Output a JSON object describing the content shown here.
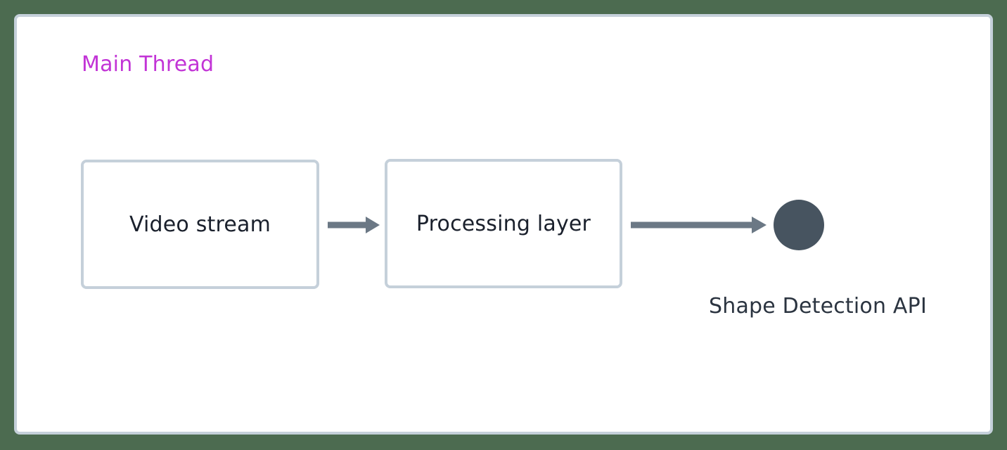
{
  "diagram": {
    "background_color": "#4c6b50",
    "container": {
      "label": "Main Thread",
      "label_color": "#c234d6",
      "border_color": "#c5d0da",
      "fill_color": "#ffffff"
    },
    "nodes": [
      {
        "id": "video-stream",
        "label": "Video stream",
        "shape": "rounded-rectangle",
        "border_color": "#c5d0da",
        "fill_color": "#ffffff",
        "text_color": "#1a202c"
      },
      {
        "id": "processing-layer",
        "label": "Processing layer",
        "shape": "rounded-rectangle",
        "border_color": "#c5d0da",
        "fill_color": "#ffffff",
        "text_color": "#1a202c"
      },
      {
        "id": "shape-detection-api",
        "label": "Shape Detection API",
        "shape": "circle",
        "fill_color": "#475460",
        "text_color": "#2b3440"
      }
    ],
    "edges": [
      {
        "id": "video-to-processing",
        "from": "video-stream",
        "to": "processing-layer",
        "style": "solid-arrow",
        "color": "#6b7885"
      },
      {
        "id": "processing-to-api",
        "from": "processing-layer",
        "to": "shape-detection-api",
        "style": "solid-arrow",
        "color": "#6b7885"
      }
    ]
  }
}
